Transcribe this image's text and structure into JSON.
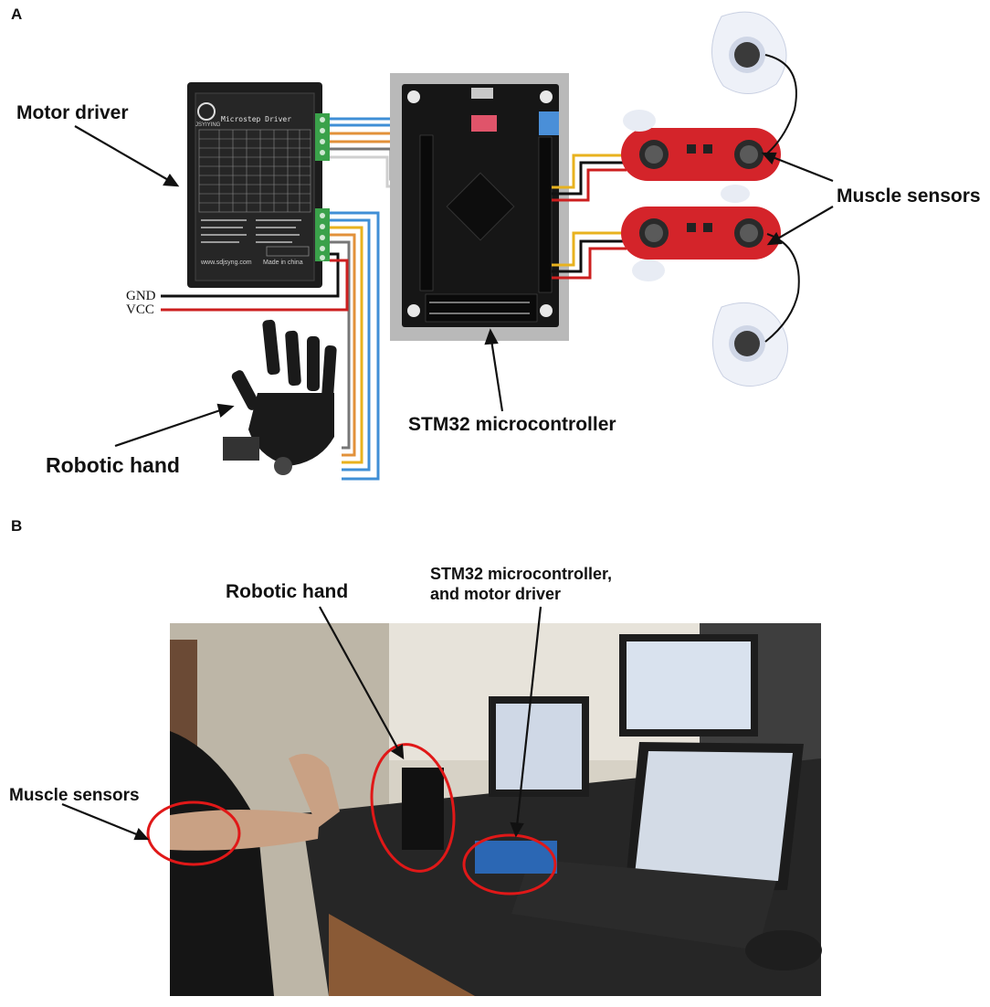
{
  "panels": {
    "a": "A",
    "b": "B"
  },
  "panel_a": {
    "motor_driver_label": "Motor driver",
    "robotic_hand_label": "Robotic hand",
    "stm32_label": "STM32 microcontroller",
    "muscle_sensors_label": "Muscle sensors",
    "gnd_label": "GND",
    "vcc_label": "VCC",
    "driver_title": "Microstep Driver",
    "driver_brand": "JSYIYING",
    "driver_url": "www.sdjsyng.com",
    "driver_made": "Made in china"
  },
  "panel_b": {
    "robotic_hand_label": "Robotic hand",
    "stm32_label_line1": "STM32 microcontroller,",
    "stm32_label_line2": "and motor driver",
    "muscle_sensors_label": "Muscle sensors"
  },
  "colors": {
    "sensor_red": "#d4242a",
    "board_black": "#161616",
    "terminal_green": "#3aa14a",
    "wire_blue": "#3f8fd6",
    "wire_orange": "#e2913a",
    "wire_yellow": "#e8b21e",
    "wire_red": "#cc1f1f",
    "annotation_red": "#e01818"
  }
}
